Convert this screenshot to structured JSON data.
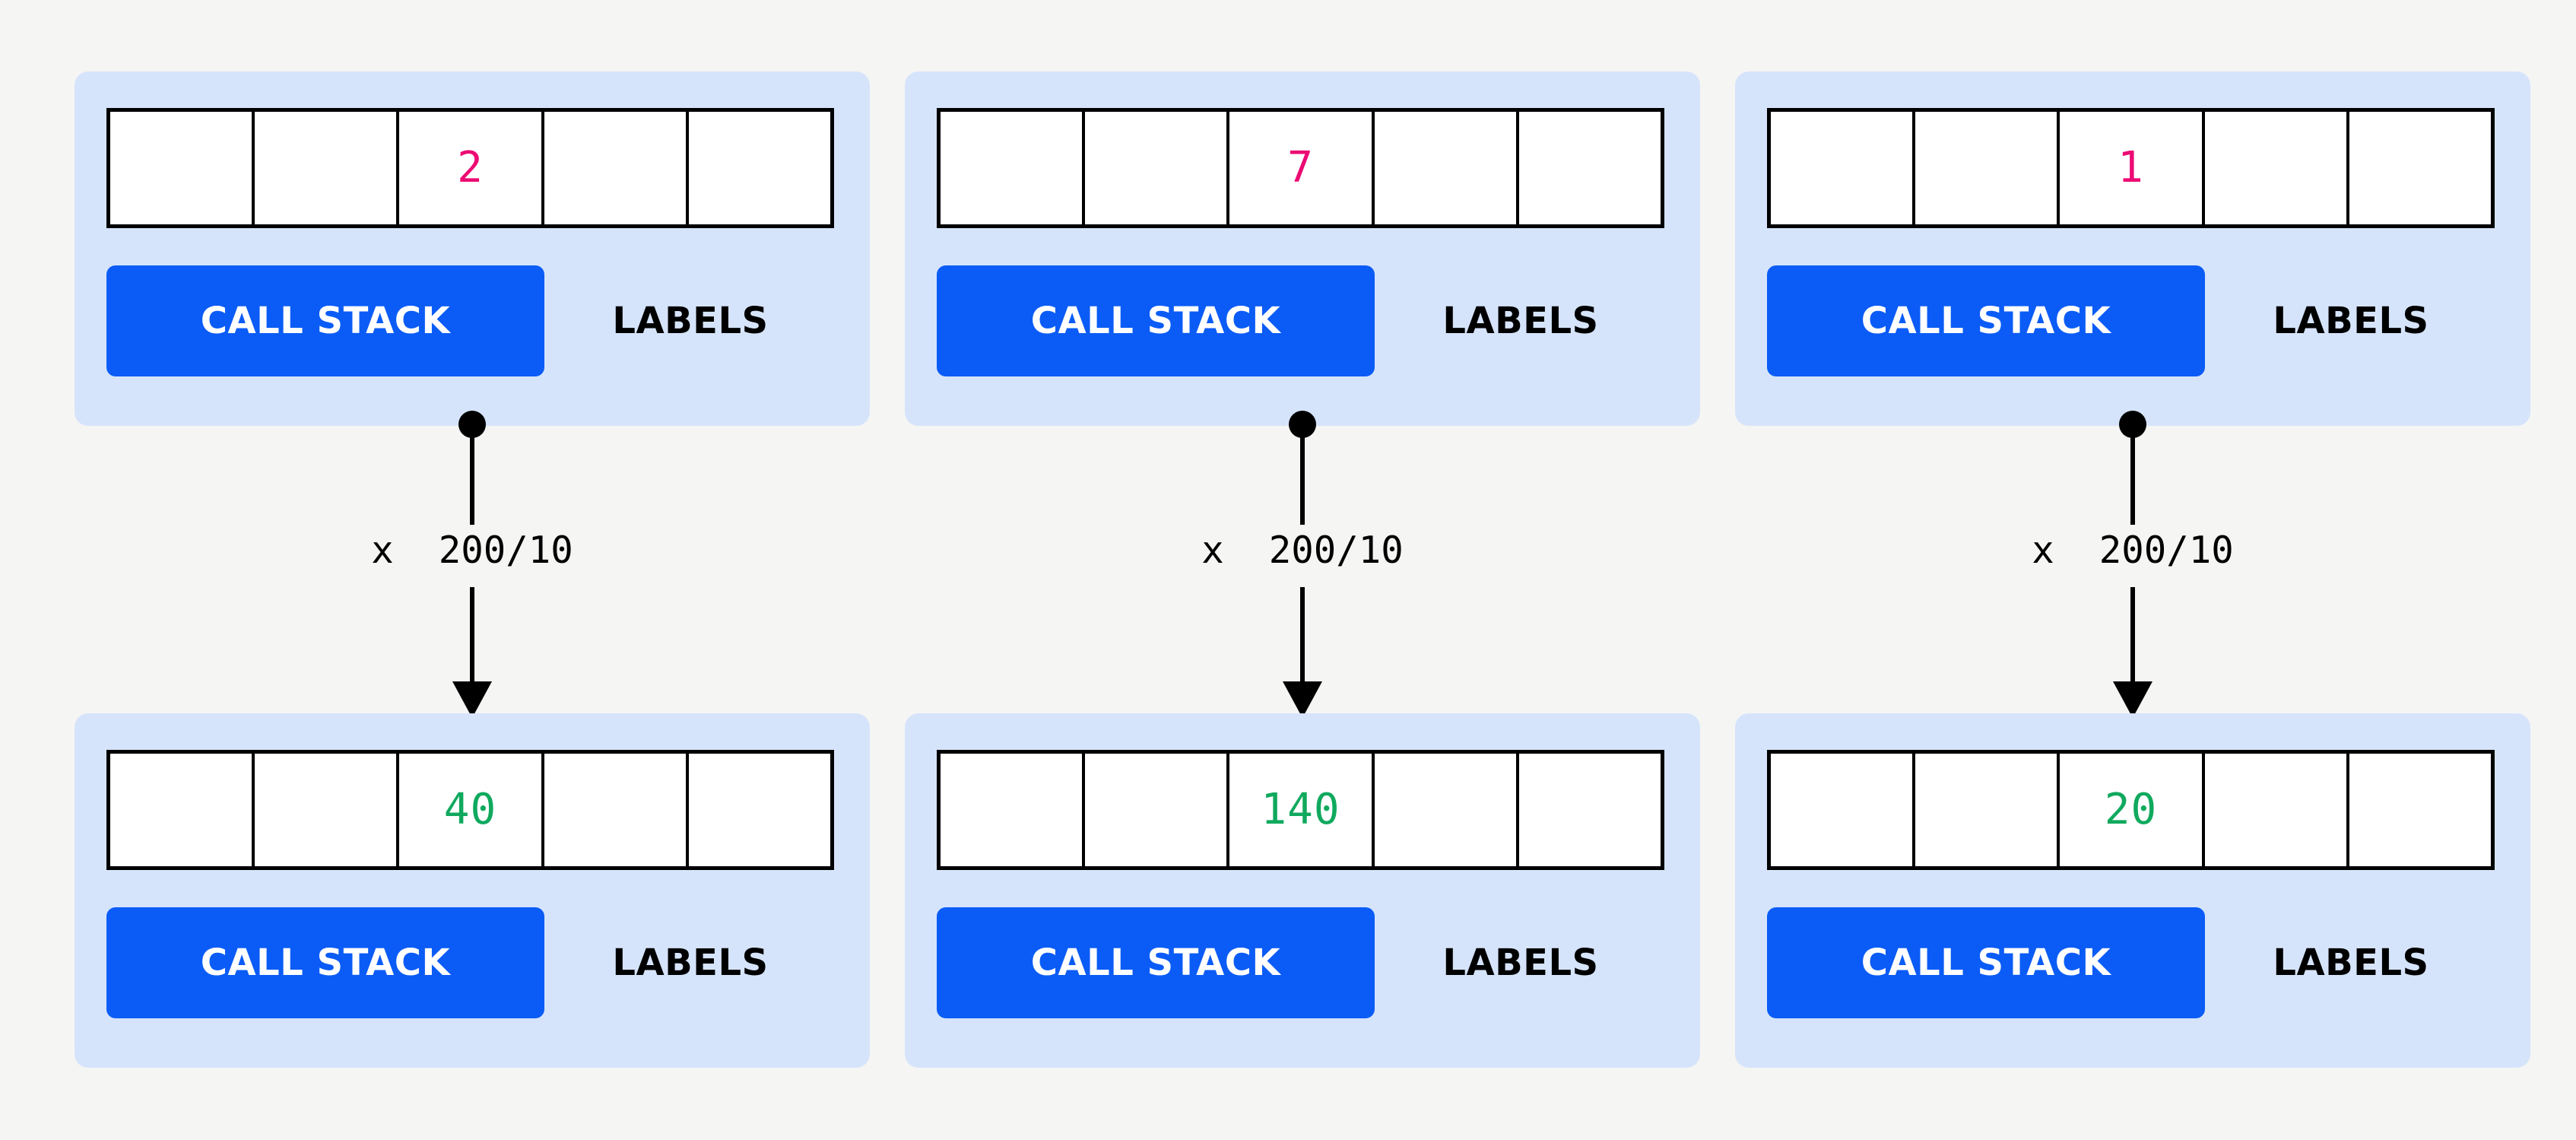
{
  "page": {
    "background": "#f5f5f4",
    "card_background": "#d6e4fb",
    "accent_blue": "#0b5cf6",
    "value_before_color": "#ec0a73",
    "value_after_color": "#10a95e",
    "border_color": "#000000"
  },
  "common": {
    "call_stack_label": "CALL STACK",
    "labels_label": "LABELS",
    "cell_count": 5,
    "value_cell_index": 2,
    "transform_label": "x  200/10"
  },
  "columns": [
    {
      "id": "column-1",
      "before": {
        "cells": [
          "",
          "",
          "2",
          "",
          ""
        ],
        "value": "2",
        "call_stack_label": "CALL STACK",
        "labels_label": "LABELS"
      },
      "arrow": {
        "label": "x  200/10",
        "start_marker": "dot",
        "end_marker": "arrowhead"
      },
      "after": {
        "cells": [
          "",
          "",
          "40",
          "",
          ""
        ],
        "value": "40",
        "call_stack_label": "CALL STACK",
        "labels_label": "LABELS"
      }
    },
    {
      "id": "column-2",
      "before": {
        "cells": [
          "",
          "",
          "7",
          "",
          ""
        ],
        "value": "7",
        "call_stack_label": "CALL STACK",
        "labels_label": "LABELS"
      },
      "arrow": {
        "label": "x  200/10",
        "start_marker": "dot",
        "end_marker": "arrowhead"
      },
      "after": {
        "cells": [
          "",
          "",
          "140",
          "",
          ""
        ],
        "value": "140",
        "call_stack_label": "CALL STACK",
        "labels_label": "LABELS"
      }
    },
    {
      "id": "column-3",
      "before": {
        "cells": [
          "",
          "",
          "1",
          "",
          ""
        ],
        "value": "1",
        "call_stack_label": "CALL STACK",
        "labels_label": "LABELS"
      },
      "arrow": {
        "label": "x  200/10",
        "start_marker": "dot",
        "end_marker": "arrowhead"
      },
      "after": {
        "cells": [
          "",
          "",
          "20",
          "",
          ""
        ],
        "value": "20",
        "call_stack_label": "CALL STACK",
        "labels_label": "LABELS"
      }
    }
  ]
}
